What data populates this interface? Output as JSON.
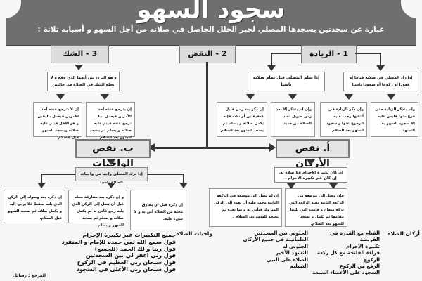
{
  "title": "سجود السهو",
  "subtitle": "عبارة عن سجدتين يسجدها المصلي لجبر الخلل الحاصل في صلاته من أجل السهو و أسبابه ثلاثة :",
  "causes": {
    "addition": "1 - الزيادة",
    "deficiency": "2 - النقص",
    "doubt": "3 - الشك"
  },
  "addition": {
    "case_action": "إذا زاد المصلي في صلاته قياما أو قعودا أو ركوعا أو سجودا ناسيا",
    "case_salam": "إذا سلم المصلي قبل تمام صلاته ناسيا",
    "leaves": [
      "ولم يتذكر الزيادة حتى فرغ منها فليس عليه إلا سجود السهو بعد التشهد",
      "وإن ذكر الزيادة في أثنائها وجب عليه الرجوع عنها و سجود السهو بعد السلام",
      "وإن لم يتذكر إلا بعد زمن طويل أعاد الصلاة من جديد",
      "إن ذكر بعد زمن قليل كدقيقتين أو ثلاث فإنه يكمل صلاته و يسلم ثم يسجد للسهو بعد السلام"
    ]
  },
  "doubt": {
    "definition": "و هو التردد بين أيهما الذي وقع و لا يخلو الشك في الصلاة من حالتين",
    "leaves": [
      "إن يترجح عنده أحد الأمرين فيعمل بما ترجح عنده فيتم عليه صلاته و يسلم ثم يسجد للسهو بعد السلام",
      "إن لا يترجح عنده أحد الأمرين فيعمل باليقين و هو الأقل فيتم عليه صلاته ويسجد للسهو قبل السلام"
    ]
  },
  "deficiency": {
    "pillars": {
      "title": "أ. نقص الأركان",
      "case": "إن كان تكبيرة الإحرام فلا صلاة له. إن كان غير تكبيرة الإحرام .",
      "leaves": [
        "فإن وصل إلى موضعه من الركعة الثانية تقيد الركعة التي تركه منها ، و قامت التي تليها مقامها ثم يكمل و يسجد للسهو بعد السلام.",
        "إن لم يصل إلى موضعه في الركعة الثانية وجب عليه أن يعود إلى الركن المتروك فيأتي به و بما بعده ثم يسجد للسهو بعد السلام ."
      ]
    },
    "obligations": {
      "title": "ب. نقص الواجبات",
      "case": "إذا ترك المصلي واجبا من واجبات الصلاة ناسيا",
      "leaves": [
        "إن ذكره قبل أن يفارق محله من الصلاة أتى به و لا شيء عليه.",
        "و إن ذكره بعد مفارقة محله قبل أن يصل إلى الركن الذي يليه رجع فأتى به ثم يكمل صلاته و يسلم ثم يسجد للسهو و يسلم.",
        "إن ذكره بعد وصوله إلى الركن الذي يليه سقط فلا يرجع إليه و يكمل صلاته ثم يسجد للسهو قبل السلام."
      ]
    }
  },
  "pillars_list": {
    "label": "أركان الصلاة",
    "col1": [
      "القيام مع القدرة في الفريضة",
      "تكبيرة الإحرام",
      "قراءة الفاتحة مع كل ركعة",
      "الركوع",
      "الرفع من الركوع",
      "السجود على الأعضاء السبعة"
    ],
    "col2": [
      "الجلوس بين السجدتين",
      "الطمأنينة في جميع الأركان",
      "الجلوس له",
      "التشهد الأخير",
      "الصلاة على النبي",
      "التسليم"
    ]
  },
  "obligations_list": {
    "label": "واجبات الصلاة",
    "items": [
      "جميع التكبيرات غير تكبيرة الإحرام",
      "قول سمع الله لمن حمده للإمام و المنفرد",
      "قول ربنا و لك الحمد (للجميع)",
      "قول ربي اغفر لي بين السجدتين",
      "قول سبحان ربي العظيم في الركوع",
      "قول سبحان ربي الأعلى في السجود"
    ]
  },
  "reference": "المرجع : رسائل فقهية"
}
